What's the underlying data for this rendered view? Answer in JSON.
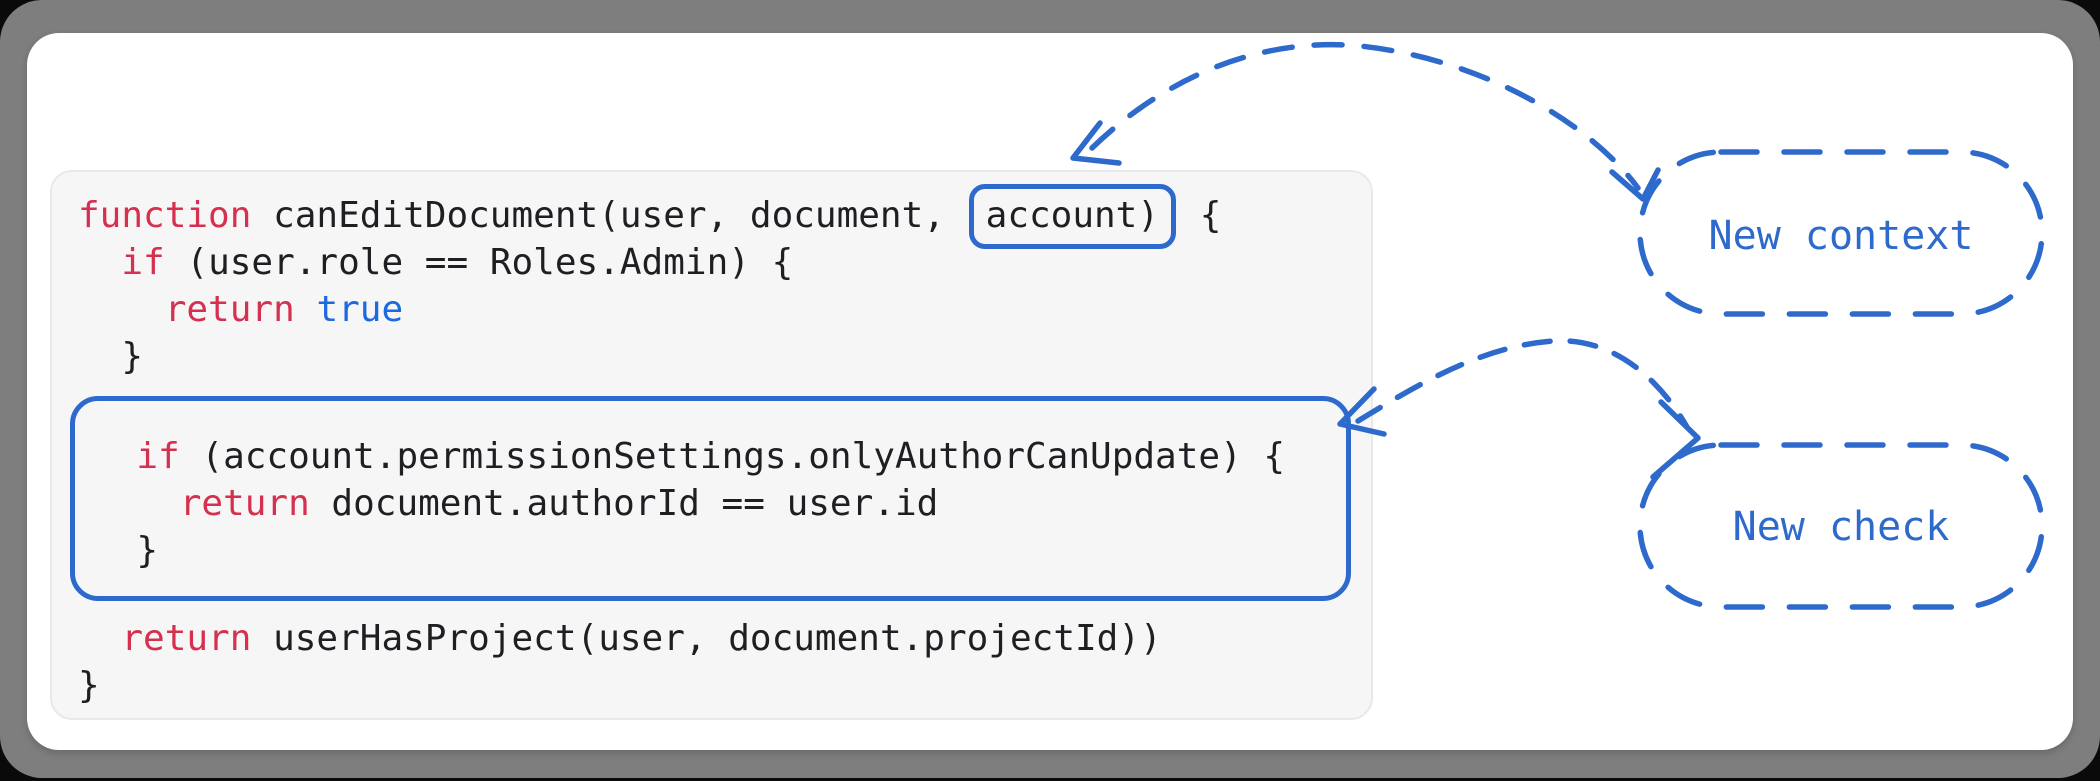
{
  "diagram": {
    "title_hint": "permission check code annotation",
    "labels": {
      "context_pill": "New context",
      "check_pill": "New check"
    },
    "colors": {
      "annotation_blue": "#2e6acb",
      "keyword_red": "#d5304f",
      "value_blue": "#1c69e0",
      "code_text": "#1f1f23",
      "code_bg": "#f6f6f7",
      "card_bg": "#ffffff",
      "frame_gray": "#7e7e7e"
    },
    "code": {
      "line1": {
        "kw": "function",
        "mid": " canEditDocument(user, document, ",
        "boxed": "account)",
        "end": " {"
      },
      "line2": {
        "ind": "  ",
        "kw": "if",
        "rest": " (user.role == Roles.Admin) {"
      },
      "line3": {
        "ind": "    ",
        "kw": "return",
        "sp": " ",
        "value": "true"
      },
      "line4": {
        "text": "  }"
      },
      "line6": {
        "ind": "  ",
        "kw": "if",
        "rest": " (account.permissionSettings.onlyAuthorCanUpdate) {"
      },
      "line7": {
        "ind": "    ",
        "kw": "return",
        "rest": " document.authorId == user.id"
      },
      "line8": {
        "text": "  }"
      },
      "line10": {
        "ind": "  ",
        "kw": "return",
        "rest": " userHasProject(user, document.projectId))"
      },
      "line11": {
        "text": "}"
      }
    }
  }
}
